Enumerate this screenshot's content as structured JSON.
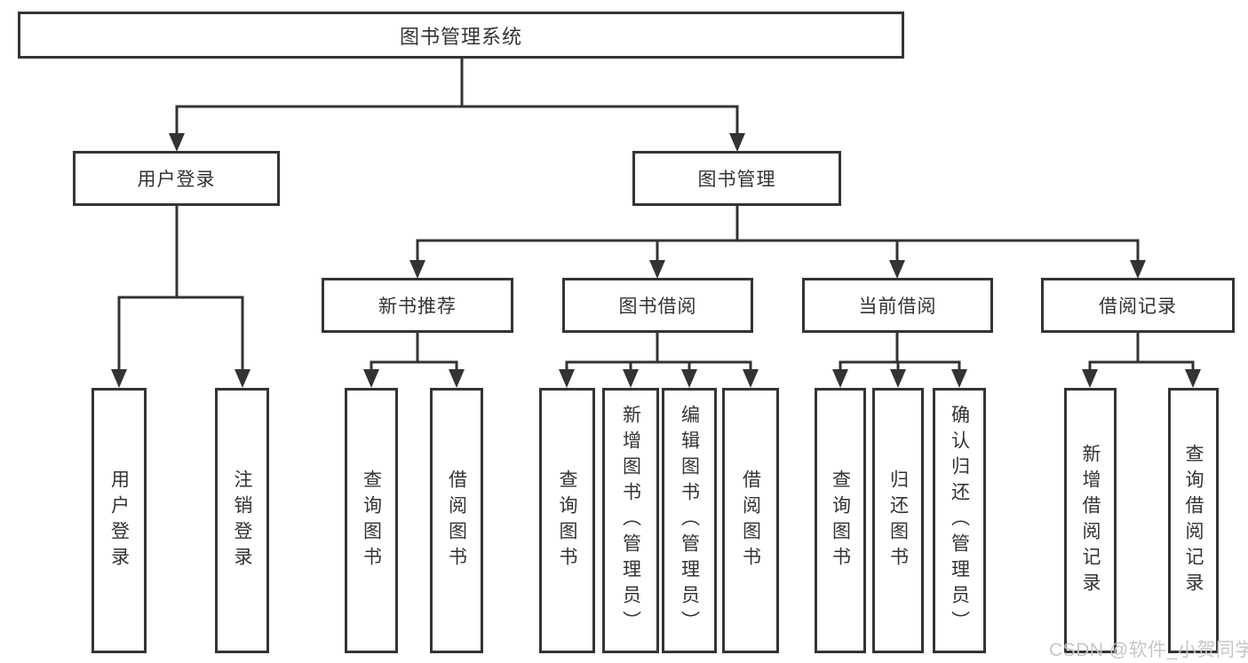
{
  "tree": {
    "root": {
      "label": "图书管理系统",
      "children": [
        {
          "label": "用户登录",
          "children": [
            {
              "label": "用户登录"
            },
            {
              "label": "注销登录"
            }
          ]
        },
        {
          "label": "图书管理",
          "children": [
            {
              "label": "新书推荐",
              "children": [
                {
                  "label": "查询图书"
                },
                {
                  "label": "借阅图书"
                }
              ]
            },
            {
              "label": "图书借阅",
              "children": [
                {
                  "label": "查询图书"
                },
                {
                  "label": "新增图书（管理员）"
                },
                {
                  "label": "编辑图书（管理员）"
                },
                {
                  "label": "借阅图书"
                }
              ]
            },
            {
              "label": "当前借阅",
              "children": [
                {
                  "label": "查询图书"
                },
                {
                  "label": "归还图书"
                },
                {
                  "label": "确认归还（管理员）"
                }
              ]
            },
            {
              "label": "借阅记录",
              "children": [
                {
                  "label": "新增借阅记录"
                },
                {
                  "label": "查询借阅记录"
                }
              ]
            }
          ]
        }
      ]
    }
  },
  "watermark": {
    "text": "CSDN @软件_小贺同学"
  },
  "colors": {
    "line": "#333333",
    "box_border": "#343434",
    "text": "#333333",
    "watermark_text": "#c6c6c6",
    "background": "#ffffff"
  }
}
